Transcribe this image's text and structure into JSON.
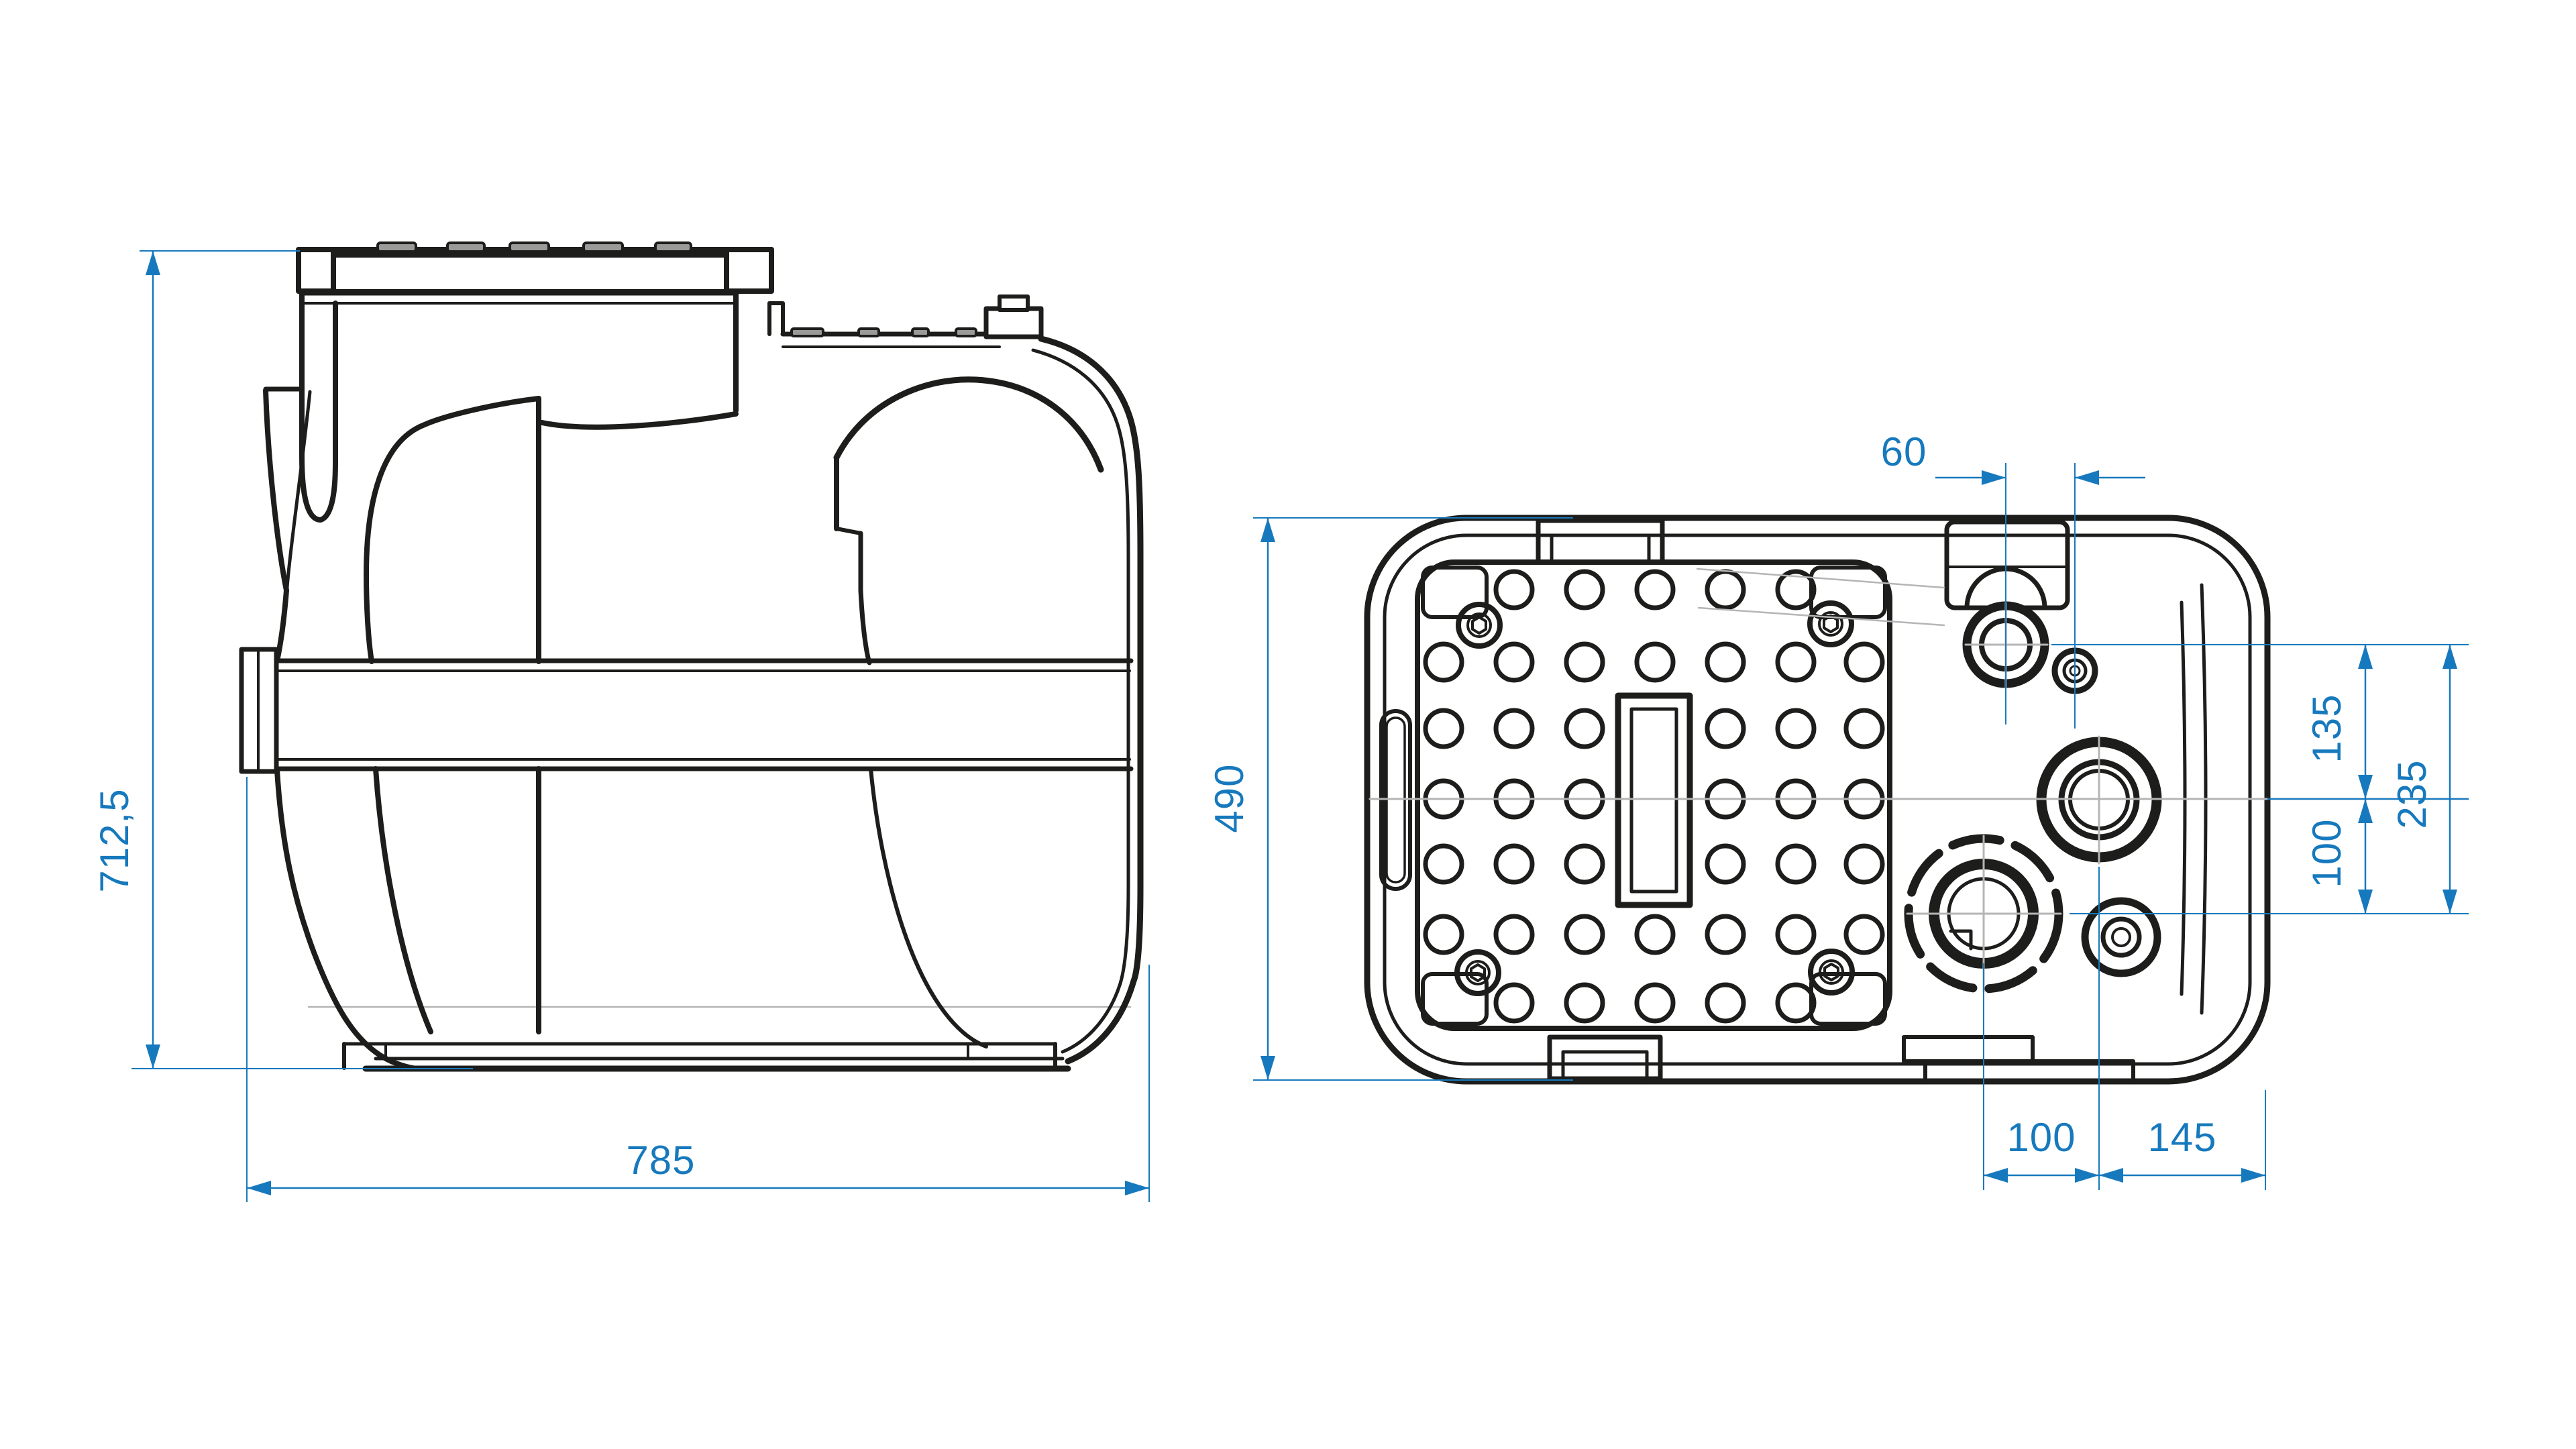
{
  "drawing": {
    "accent_color": "#1779bd",
    "line_color": "#1d1d1b",
    "centerline_color": "#b5b5b5",
    "tab_fill_color": "#9a9a9a",
    "side_view": {
      "height_label": "712,5",
      "length_label": "785"
    },
    "top_view": {
      "width_label": "490",
      "inlet_offset_label": "60",
      "inlet_to_center_label": "135",
      "center_to_outlet_label": "100",
      "total_right_label": "235",
      "outlet_offset_label": "100",
      "outlet_to_end_label": "145"
    }
  }
}
